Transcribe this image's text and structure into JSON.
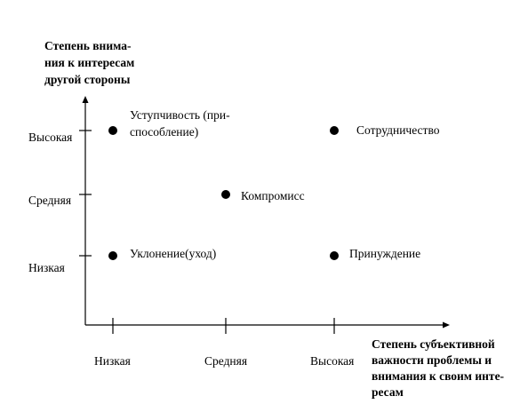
{
  "diagram": {
    "y_axis_title": [
      "Степень внима-",
      "ния к интересам",
      "другой стороны"
    ],
    "x_axis_title": [
      "Степень субъективной",
      "важности проблемы и",
      "внимания к своим инте-",
      "ресам"
    ],
    "y_levels": [
      "Низкая",
      "Средняя",
      "Высокая"
    ],
    "x_levels": [
      "Низкая",
      "Средняя",
      "Высокая"
    ],
    "points": [
      {
        "label": [
          "Уступчивость (при-",
          "способление)"
        ],
        "x": 1,
        "y": 3
      },
      {
        "label": [
          "Сотрудничество"
        ],
        "x": 3,
        "y": 3
      },
      {
        "label": [
          "Компромисс"
        ],
        "x": 2,
        "y": 2
      },
      {
        "label": [
          "Уклонение(уход)"
        ],
        "x": 1,
        "y": 1
      },
      {
        "label": [
          "Принуждение"
        ],
        "x": 3,
        "y": 1
      }
    ],
    "colors": {
      "ink": "#000000",
      "background": "#ffffff"
    }
  }
}
